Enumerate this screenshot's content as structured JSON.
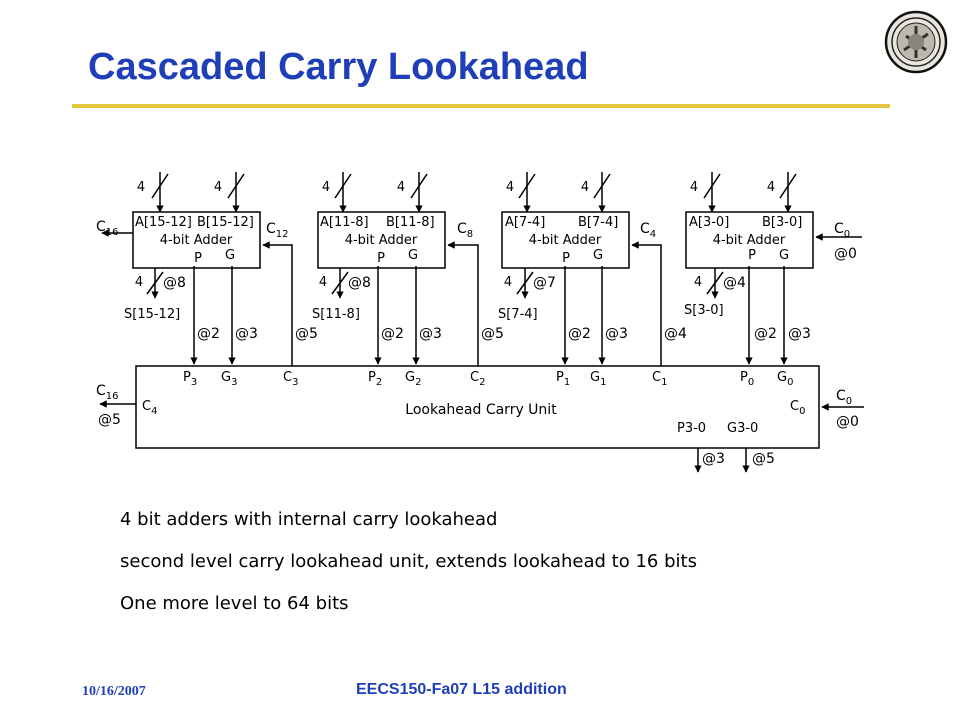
{
  "slide": {
    "title": "Cascaded Carry Lookahead",
    "footer_date": "10/16/2007",
    "footer_course": "EECS150-Fa07 L15 addition",
    "title_color": "#1f3fb8",
    "rule_color": "#e3c640"
  },
  "bullets": [
    "4 bit adders with internal carry lookahead",
    "second level carry lookahead unit, extends lookahead to 16 bits",
    "One more level to 64 bits"
  ],
  "diagram": {
    "bus_width": "4",
    "adder_name": "4-bit Adder",
    "p_label": "P",
    "g_label": "G",
    "adders": [
      {
        "a_label": "A[15-12]",
        "b_label": "B[15-12]",
        "carry_out": "C16",
        "carry_in": "C12",
        "sum_label": "S[15-12]",
        "sum_time": "@8",
        "p_time": "@2",
        "g_time": "@3",
        "c_time": "@5"
      },
      {
        "a_label": "A[11-8]",
        "b_label": "B[11-8]",
        "carry_out": "",
        "carry_in": "C8",
        "sum_label": "S[11-8]",
        "sum_time": "@8",
        "p_time": "@2",
        "g_time": "@3",
        "c_time": "@5"
      },
      {
        "a_label": "A[7-4]",
        "b_label": "B[7-4]",
        "carry_out": "",
        "carry_in": "C4",
        "sum_label": "S[7-4]",
        "sum_time": "@7",
        "p_time": "@2",
        "g_time": "@3",
        "c_time": "@4"
      },
      {
        "a_label": "A[3-0]",
        "b_label": "B[3-0]",
        "carry_out": "",
        "carry_in": "C0",
        "sum_label": "S[3-0]",
        "sum_time": "@4",
        "p_time": "@2",
        "g_time": "@3",
        "c_time": "@0"
      }
    ],
    "lcu": {
      "name": "Lookahead Carry Unit",
      "inputs": [
        {
          "p": "P3",
          "g": "G3",
          "c": "C3"
        },
        {
          "p": "P2",
          "g": "G2",
          "c": "C2"
        },
        {
          "p": "P1",
          "g": "G1",
          "c": "C1"
        },
        {
          "p": "P0",
          "g": "G0",
          "c": ""
        }
      ],
      "c4_label": "C4",
      "c0_label": "C0",
      "out_c16": "C16",
      "out_c16_time": "@5",
      "in_c0": "C0",
      "in_c0_time": "@0",
      "p30_label": "P3-0",
      "g30_label": "G3-0",
      "p30_time": "@3",
      "g30_time": "@5"
    }
  }
}
